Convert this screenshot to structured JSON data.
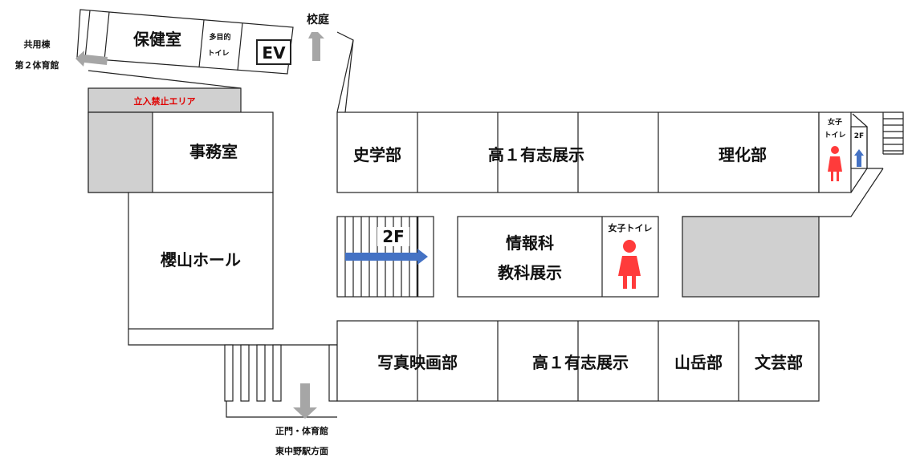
{
  "map": {
    "labels": {
      "hokenshitsu": "保健室",
      "tamokuteki_1": "多目的",
      "tamokuteki_2": "トイレ",
      "ev": "EV",
      "kotei": "校庭",
      "kyoyoto_1": "共用棟",
      "kyoyoto_2": "第２体育館",
      "restricted": "立入禁止エリア",
      "jimushitsu": "事務室",
      "hall": "櫻山ホール",
      "shigakubu": "史学部",
      "kou1_top": "高１有志展示",
      "rikabu": "理化部",
      "joshi_toilet_1": "女子",
      "joshi_toilet_2": "トイレ",
      "floor_2f_small": "2F",
      "floor_2f": "2F",
      "johoka_1": "情報科",
      "johoka_2": "教科展示",
      "joshi_toilet_mid": "女子トイレ",
      "shashin": "写真映画部",
      "kou1_bottom": "高１有志展示",
      "sangakubu": "山岳部",
      "bungeibu": "文芸部",
      "seimon_1": "正門・体育館",
      "seimon_2": "東中野駅方面"
    },
    "colors": {
      "restricted_text": "#e00000",
      "toilet_icon": "#ff3b3b",
      "stair_arrow": "#4472c4",
      "exit_arrow": "#a6a6a6",
      "gray_area": "#d0d0d0"
    },
    "icons": [
      "female-toilet-icon",
      "arrow-up-icon",
      "arrow-left-icon",
      "arrow-down-icon",
      "arrow-right-icon"
    ]
  }
}
